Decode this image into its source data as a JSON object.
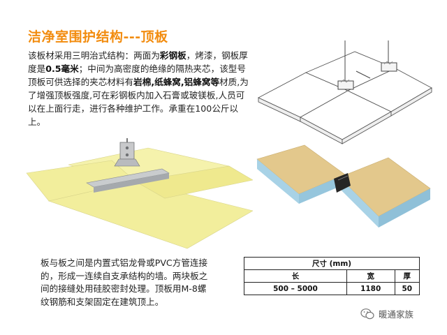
{
  "title": "洁净室围护结构---顶板",
  "intro": {
    "p1": "该板材采用三明治式结构：两面为",
    "b1": "彩钢板",
    "p2": "，烤漆，钢板厚度是",
    "b2": "0.5毫米",
    "p3": "；中间为高密度的绝缘的隔热夹芯，该型号顶板可供选择的夹芯材料有",
    "b3": "岩棉,纸蜂窝,铝蜂窝等",
    "p4": "材质,为了增强顶板强度,可在彩钢板内加入石膏或玻镁板,人员可以在上面行走，进行各种维护工作。承重在100公斤以上。"
  },
  "note": "板与板之间是内置式铝龙骨或PVC方管连接的，形成一连续自支承结构的墙。两块板之间的接缝处用硅胶密封处理。顶板用M-8螺纹钢筋和支架固定在建筑顶上。",
  "size_table": {
    "caption": "尺寸 (mm)",
    "headers": [
      "长",
      "宽",
      "厚"
    ],
    "row": [
      "500 – 5000",
      "1180",
      "50"
    ]
  },
  "watermark": "暖通家族",
  "colors": {
    "title": "#f28c0f",
    "panel_face": "#f2ee9c",
    "panel_top": "#e4cf8e",
    "panel_core": "#9cc8de"
  }
}
